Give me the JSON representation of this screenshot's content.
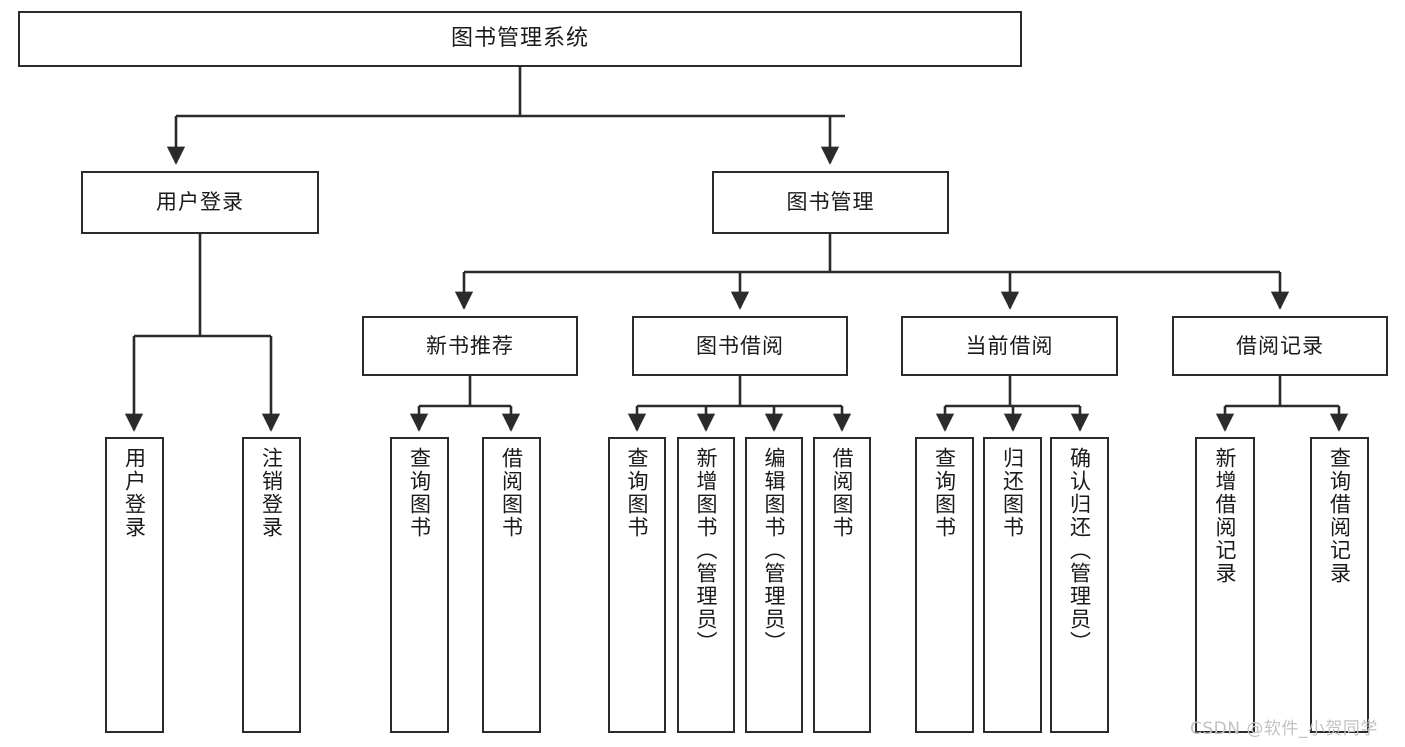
{
  "diagram": {
    "title": "图书管理系统",
    "type": "hierarchy-tree",
    "colors": {
      "box_border": "#2b2b2b",
      "box_fill": "#ffffff",
      "edge": "#2b2b2b",
      "text": "#1a1a1a",
      "watermark": "#c2c2c2",
      "background": "#ffffff"
    },
    "root": {
      "label": "图书管理系统"
    },
    "level2": [
      {
        "label": "用户登录"
      },
      {
        "label": "图书管理"
      }
    ],
    "level3": [
      {
        "label": "新书推荐"
      },
      {
        "label": "图书借阅"
      },
      {
        "label": "当前借阅"
      },
      {
        "label": "借阅记录"
      }
    ],
    "leaves": {
      "user_login": [
        {
          "label": "用户登录"
        },
        {
          "label": "注销登录"
        }
      ],
      "new_book_recommend": [
        {
          "label": "查询图书"
        },
        {
          "label": "借阅图书"
        }
      ],
      "book_borrow": [
        {
          "label": "查询图书"
        },
        {
          "label": "新增图书（管理员）"
        },
        {
          "label": "编辑图书（管理员）"
        },
        {
          "label": "借阅图书"
        }
      ],
      "current_borrow": [
        {
          "label": "查询图书"
        },
        {
          "label": "归还图书"
        },
        {
          "label": "确认归还（管理员）"
        }
      ],
      "borrow_record": [
        {
          "label": "新增借阅记录"
        },
        {
          "label": "查询借阅记录"
        }
      ]
    },
    "watermark": "CSDN @软件_小贺同学"
  }
}
